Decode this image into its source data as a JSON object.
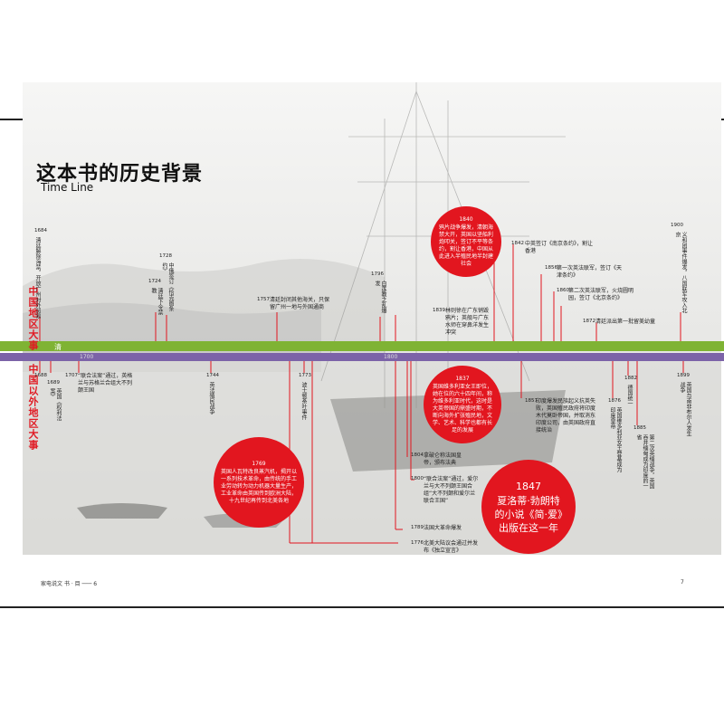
{
  "page": {
    "title": "这本书的历史背景",
    "subtitle": "Time Line",
    "footer_left": "家电说文 书 · 目 ─── 6",
    "footer_right": "7"
  },
  "side_labels": {
    "china": "中国地区大事",
    "world": "中国以外地区大事"
  },
  "bands": {
    "green_era": "清",
    "purple_years": [
      "1700",
      "1800"
    ]
  },
  "colors": {
    "red": "#e2161f",
    "green": "#7fb334",
    "purple": "#7c63a8"
  },
  "china_events": [
    {
      "year": "1684",
      "text": "清廷解除海禁，开放广州对外贸易"
    },
    {
      "year": "1724",
      "text": "清廷下令禁教"
    },
    {
      "year": "1728",
      "text": "中俄签订《恰克图条约》"
    },
    {
      "year": "1757",
      "text": "清廷封闭其他海关，只保留广州一地与外国通商"
    },
    {
      "year": "1796",
      "text": "白莲教之乱爆发"
    },
    {
      "year": "1839",
      "text": "林则徐在广东销毁鸦片；英舰与广东水师在穿鼻洋发生冲突"
    },
    {
      "year": "1842",
      "text": "中英签订《南京条约》，割让香港"
    },
    {
      "year": "1856",
      "text": "第一次英法联军，签订《天津条约》"
    },
    {
      "year": "1860",
      "text": "第二次英法联军，火烧圆明园，签订《北京条约》"
    },
    {
      "year": "1872",
      "text": "清廷派出第一批留美幼童"
    },
    {
      "year": "1900",
      "text": "义和团事件爆发，八国联军攻入北京"
    }
  ],
  "world_events": [
    {
      "year": "1688",
      "text": "英国光荣革命"
    },
    {
      "year": "1689",
      "text": "英国《权利法案》"
    },
    {
      "year": "1707",
      "text": "“联合法案”通过，英格兰与苏格兰合组大不列颠王国"
    },
    {
      "year": "1744",
      "text": "英法殖民战争"
    },
    {
      "year": "1773",
      "text": "波士顿茶叶事件"
    },
    {
      "year": "1804",
      "text": "拿破仑称法国皇帝，颁布法典"
    },
    {
      "year": "1800",
      "text": "“联合法案”通过，爱尔兰与大不列颠王国合组“大不列颠和爱尔兰联合王国”"
    },
    {
      "year": "1789",
      "text": "法国大革命爆发"
    },
    {
      "year": "1776",
      "text": "北美大陆议会通过并发布《独立宣言》"
    },
    {
      "year": "1857",
      "text": "印度爆发民族起义抗英失败，英国殖民政府将印度木代莫卧帝国，并取消东印度公司，由英国政府直接统治"
    },
    {
      "year": "1876",
      "text": "英国维多利亚女王登基成为印度皇帝"
    },
    {
      "year": "1882",
      "text": "德国统一"
    },
    {
      "year": "1885",
      "text": "第二次英缅战争，英国吞并缅甸成为印度的一省"
    },
    {
      "year": "1899",
      "text": "英国与南非布尔人发生战争"
    }
  ],
  "circles": [
    {
      "year": "1840",
      "text": "鸦片战争爆发，清朝海禁大开，英国以坚船利炮叩关，签订不平等条约，割让香港，中国从此进入半殖民地半封建社会"
    },
    {
      "year": "1837",
      "text": "英国维多利亚女王即位，她在位的六十四年间，称为维多利亚时代，这时是大英帝国的鼎盛时期，不断向海外扩张殖民地，文学、艺术、科学也都有长足的发展"
    },
    {
      "year": "1769",
      "text": "英国人瓦特改良蒸汽机，揭开以一系列技术革命，由传统的手工业劳动转为动力机器大量生产，工业革命由英国传到欧洲大陆，十九世纪再传到北美各地"
    },
    {
      "year": "1847",
      "text": "夏洛蒂·勃朗特的小说《简·爱》出版在这一年"
    }
  ]
}
